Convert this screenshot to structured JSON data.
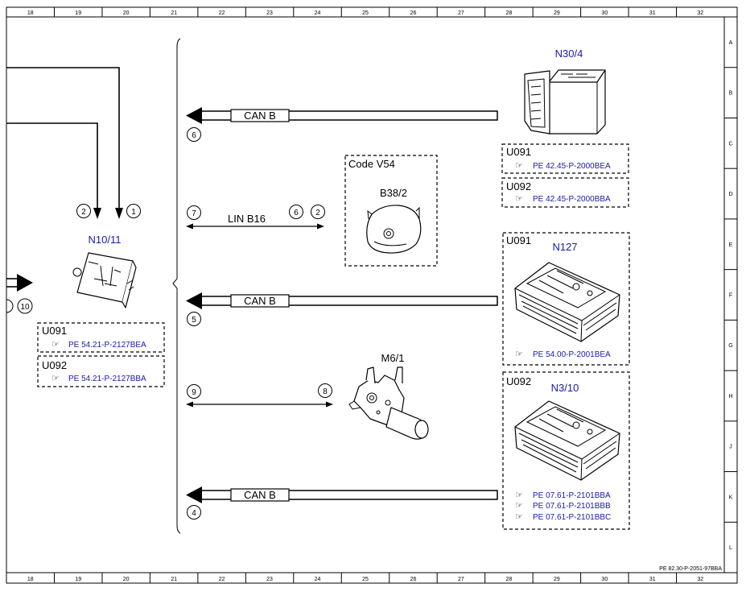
{
  "grid": {
    "columns": [
      "18",
      "19",
      "20",
      "21",
      "22",
      "23",
      "24",
      "25",
      "26",
      "27",
      "28",
      "29",
      "30",
      "31",
      "32"
    ],
    "rows": [
      "A",
      "B",
      "C",
      "D",
      "E",
      "F",
      "G",
      "H",
      "J",
      "K",
      "L"
    ]
  },
  "document_ref": "PE 82.30-P-2051-97BBA",
  "components": {
    "n30_4": {
      "name": "N30/4",
      "notes": [
        {
          "code": "U091",
          "ref": "PE 42.45-P-2000BEA"
        },
        {
          "code": "U092",
          "ref": "PE 42.45-P-2000BBA"
        }
      ]
    },
    "b38_2": {
      "name": "B38/2",
      "code": "Code V54"
    },
    "n127": {
      "name": "N127",
      "code": "U091",
      "ref": "PE 54.00-P-2001BEA"
    },
    "n3_10": {
      "name": "N3/10",
      "code": "U092",
      "refs": [
        "PE 07.61-P-2101BBA",
        "PE 07.61-P-2101BBB",
        "PE 07.61-P-2101BBC"
      ]
    },
    "m6_1": {
      "name": "M6/1"
    },
    "n10_11": {
      "name": "N10/11",
      "notes": [
        {
          "code": "U091",
          "ref": "PE 54.21-P-2127BEA"
        },
        {
          "code": "U092",
          "ref": "PE 54.21-P-2127BBA"
        }
      ]
    }
  },
  "connections": {
    "can_b_1": {
      "label": "CAN B",
      "terminal": "6"
    },
    "can_b_2": {
      "label": "CAN B",
      "terminal": "5"
    },
    "can_b_3": {
      "label": "CAN B",
      "terminal": "4"
    },
    "lin_b16": {
      "label": "LIN B16",
      "left_terminal": "7",
      "right_terminals": [
        "6",
        "2"
      ]
    },
    "m6_line": {
      "left_terminal": "9",
      "right_terminal": "8"
    },
    "n10_pins": [
      "2",
      "1"
    ],
    "left_edge_terminal": "10"
  }
}
